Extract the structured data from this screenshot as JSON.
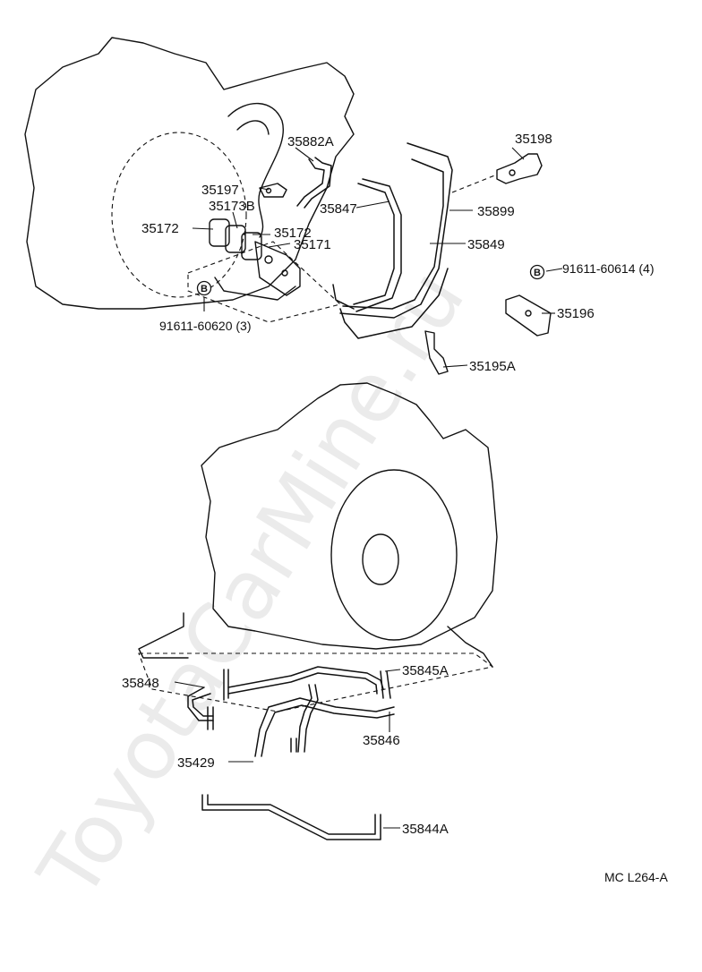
{
  "diagram": {
    "parts": [
      {
        "id": "p35882A",
        "label": "35882A"
      },
      {
        "id": "p35198",
        "label": "35198"
      },
      {
        "id": "p35197",
        "label": "35197"
      },
      {
        "id": "p35173B",
        "label": "35173B"
      },
      {
        "id": "p35847",
        "label": "35847"
      },
      {
        "id": "p35899",
        "label": "35899"
      },
      {
        "id": "p35172a",
        "label": "35172"
      },
      {
        "id": "p35172b",
        "label": "35172"
      },
      {
        "id": "p35849",
        "label": "35849"
      },
      {
        "id": "p35171",
        "label": "35171"
      },
      {
        "id": "p35196",
        "label": "35196"
      },
      {
        "id": "p35195A",
        "label": "35195A"
      },
      {
        "id": "p35848",
        "label": "35848"
      },
      {
        "id": "p35845A",
        "label": "35845A"
      },
      {
        "id": "p35846",
        "label": "35846"
      },
      {
        "id": "p35429",
        "label": "35429"
      },
      {
        "id": "p35844A",
        "label": "35844A"
      }
    ],
    "bolts": [
      {
        "id": "b1",
        "marker": "B",
        "label": "91611-60614 (4)"
      },
      {
        "id": "b2",
        "marker": "B",
        "label": "91611-60620 (3)"
      }
    ],
    "drawing_code": "MC L264-A",
    "watermark": "ToyotaCarMine.ru"
  }
}
